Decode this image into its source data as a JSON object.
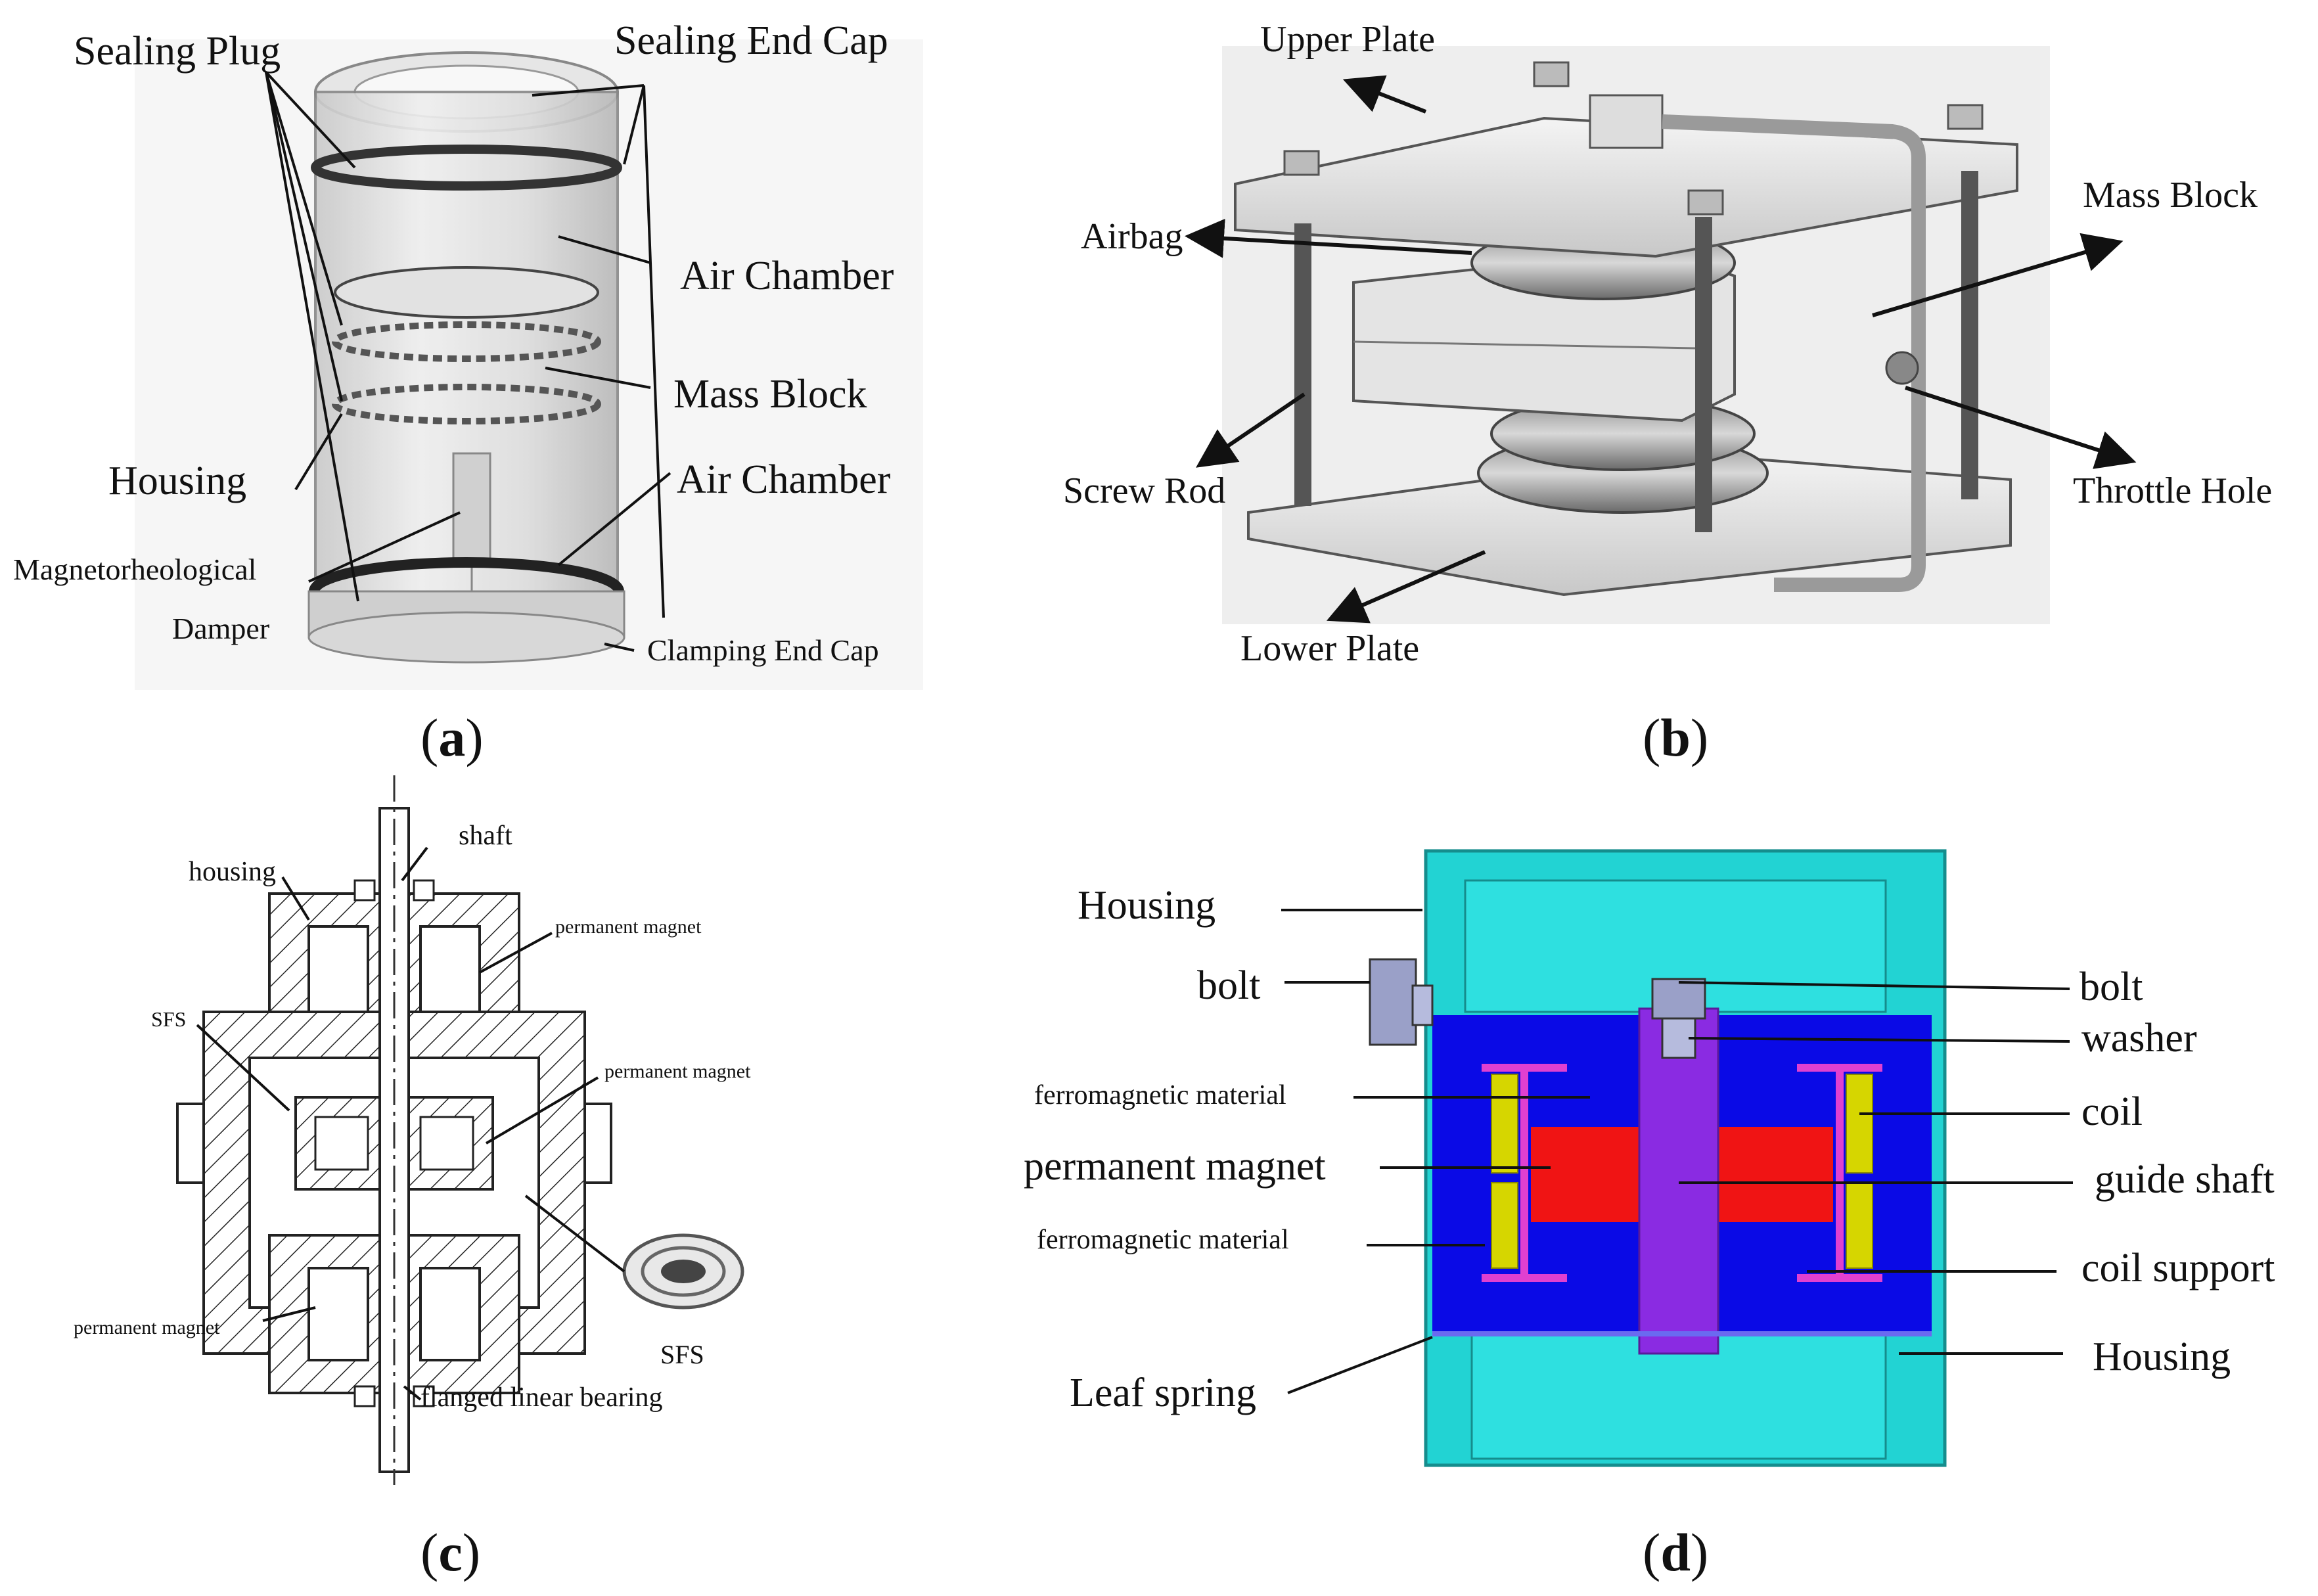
{
  "panels": {
    "a": {
      "caption": "a",
      "labels": {
        "sealing_plug": "Sealing Plug",
        "sealing_end_cap": "Sealing End Cap",
        "air_chamber_top": "Air Chamber",
        "mass_block": "Mass Block",
        "housing": "Housing",
        "air_chamber_bottom": "Air Chamber",
        "mr_damper_line1": "Magnetorheological",
        "mr_damper_line2": "Damper",
        "clamping_end_cap": "Clamping End Cap"
      }
    },
    "b": {
      "caption": "b",
      "labels": {
        "upper_plate": "Upper Plate",
        "airbag": "Airbag",
        "mass_block": "Mass Block",
        "screw_rod": "Screw Rod",
        "throttle_hole": "Throttle Hole",
        "lower_plate": "Lower Plate"
      }
    },
    "c": {
      "caption": "c",
      "labels": {
        "shaft": "shaft",
        "housing": "housing",
        "permanent_magnet_top": "permanent magnet",
        "sfs_left": "SFS",
        "permanent_magnet_mid": "permanent magnet",
        "permanent_magnet_bottom": "permanent magnet",
        "sfs_inset": "SFS",
        "flanged_linear_bearing": "flanged linear bearing"
      }
    },
    "d": {
      "caption": "d",
      "labels": {
        "housing_top": "Housing",
        "bolt_left": "bolt",
        "bolt_right": "bolt",
        "washer": "washer",
        "ferromagnetic_top": "ferromagnetic material",
        "coil": "coil",
        "permanent_magnet": "permanent magnet",
        "guide_shaft": "guide shaft",
        "ferromagnetic_bottom": "ferromagnetic material",
        "coil_support": "coil support",
        "housing_bottom": "Housing",
        "leaf_spring": "Leaf spring"
      }
    }
  },
  "colors": {
    "cyan_housing": "#22d3d3",
    "blue_body": "#0a0ae6",
    "red_magnet": "#f01414",
    "purple_shaft": "#8a2be2",
    "yellow_coil": "#d6d600",
    "magenta_support": "#e040d0"
  }
}
